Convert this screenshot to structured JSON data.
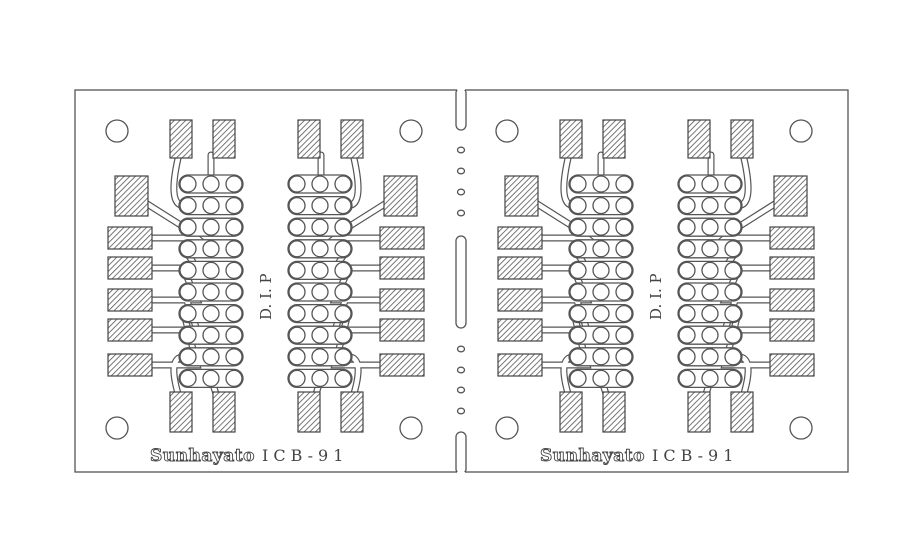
{
  "boards": [
    {
      "center_label": "D. I. P",
      "brand": "Sunhayato",
      "model": "ICB-91"
    },
    {
      "center_label": "D. I. P",
      "brand": "Sunhayato",
      "model": "ICB-91"
    }
  ],
  "colors": {
    "line": "#555555",
    "background": "#ffffff"
  }
}
